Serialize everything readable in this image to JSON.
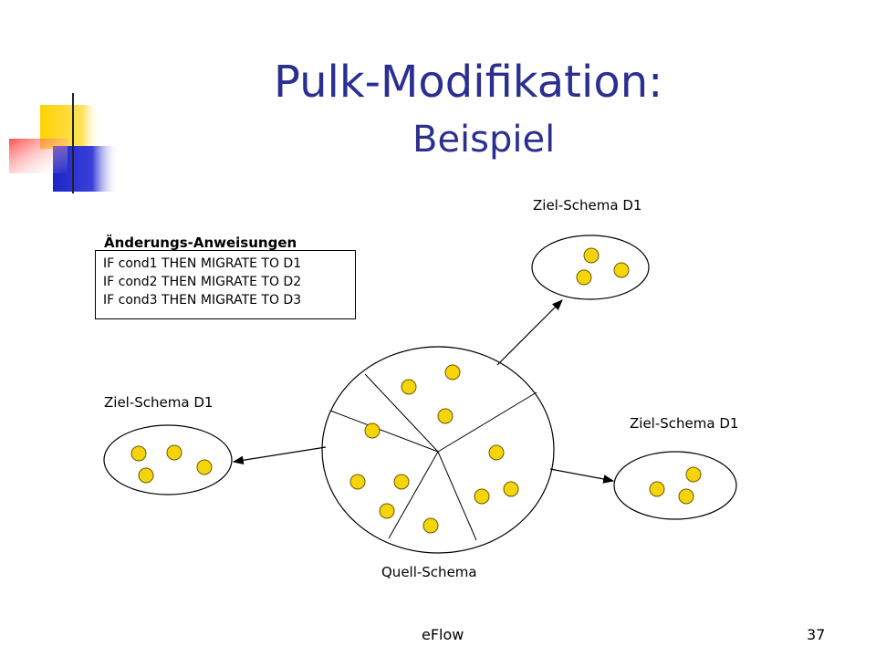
{
  "slide": {
    "title": "Pulk-Modifikation:",
    "subtitle": "Beispiel",
    "footer": "eFlow",
    "page_number": "37"
  },
  "rules": {
    "heading": "Änderungs-Anweisungen",
    "lines": [
      "IF cond1 THEN MIGRATE TO D1",
      "IF cond2 THEN MIGRATE TO D2",
      "IF cond3 THEN MIGRATE TO D3"
    ]
  },
  "diagram": {
    "source_label": "Quell-Schema",
    "target_top_label": "Ziel-Schema D1",
    "target_left_label": "Ziel-Schema D1",
    "target_right_label": "Ziel-Schema D1",
    "node_color": "#f5d40a",
    "title_color": "#2b2f8f"
  }
}
